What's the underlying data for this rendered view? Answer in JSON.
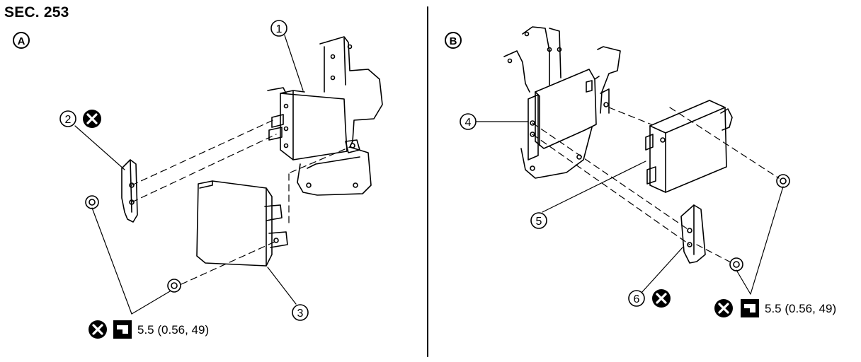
{
  "header": {
    "section": "SEC. 253"
  },
  "views": {
    "a": {
      "label": "A"
    },
    "b": {
      "label": "B"
    }
  },
  "callouts": [
    "1",
    "2",
    "3",
    "4",
    "5",
    "6"
  ],
  "torque": {
    "left": "5.5 (0.56, 49)",
    "right": "5.5 (0.56, 49)"
  },
  "icons": {
    "do_not_reuse": "x-circle-icon",
    "tighten": "torque-wrench-icon"
  }
}
